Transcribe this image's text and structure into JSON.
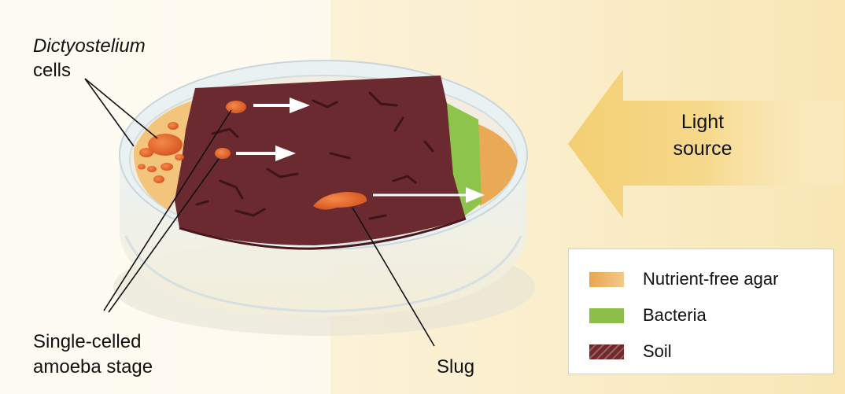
{
  "labels": {
    "species_name": "Dictyostelium",
    "species_suffix": "cells",
    "amoeba_line1": "Single-celled",
    "amoeba_line2": "amoeba stage",
    "slug": "Slug",
    "light_line1": "Light",
    "light_line2": "source"
  },
  "legend": {
    "items": [
      {
        "label": "Nutrient-free agar",
        "swatch": "agar-swatch",
        "color": "#e8a95a"
      },
      {
        "label": "Bacteria",
        "swatch": "bacteria-swatch",
        "color": "#8cc04a"
      },
      {
        "label": "Soil",
        "swatch": "soil-swatch",
        "color": "#6e2a2e"
      }
    ]
  },
  "colors": {
    "soil": "#6b2a30",
    "soil_dark": "#3e1418",
    "agar": "#f0c27a",
    "bacteria": "#86c04a",
    "cells": "#e2652a",
    "light_arrow": "#f6d88c",
    "background_glow": "#fbf1d4"
  }
}
